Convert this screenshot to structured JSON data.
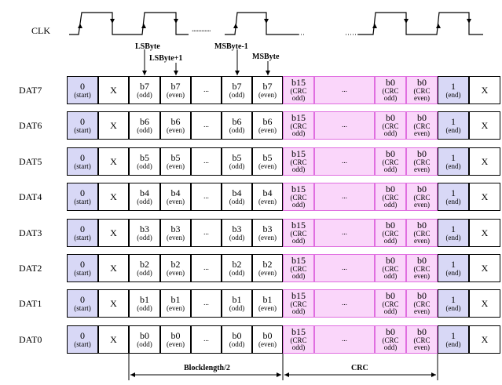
{
  "clock": {
    "label": "CLK",
    "dots": "............"
  },
  "annotations": {
    "lsbyte": "LSByte",
    "lsbyte_plus1": "LSByte+1",
    "msbyte_minus1": "MSByte-1",
    "msbyte": "MSByte"
  },
  "rows": [
    {
      "name": "DAT7",
      "bit": "b7"
    },
    {
      "name": "DAT6",
      "bit": "b6"
    },
    {
      "name": "DAT5",
      "bit": "b5"
    },
    {
      "name": "DAT4",
      "bit": "b4"
    },
    {
      "name": "DAT3",
      "bit": "b3"
    },
    {
      "name": "DAT2",
      "bit": "b2"
    },
    {
      "name": "DAT1",
      "bit": "b1"
    },
    {
      "name": "DAT0",
      "bit": "b0"
    }
  ],
  "cells": {
    "start": {
      "value": "0",
      "sub": "(start)"
    },
    "x": "X",
    "odd": "(odd)",
    "even": "(even)",
    "ellipsis": "...",
    "crc_first": {
      "value": "b15",
      "line1": "(CRC",
      "line2": "odd)"
    },
    "crc_odd": {
      "value": "b0",
      "line1": "(CRC",
      "line2": "odd)"
    },
    "crc_even": {
      "value": "b0",
      "line1": "(CRC",
      "line2": "even)"
    },
    "end": {
      "value": "1",
      "sub": "(end)"
    }
  },
  "spans": {
    "blocklength": "Blocklength/2",
    "crc": "CRC"
  },
  "colors": {
    "start_end_fill": "#d8d8f6",
    "crc_fill": "#fad6fa",
    "crc_border": "#e06ee0"
  }
}
